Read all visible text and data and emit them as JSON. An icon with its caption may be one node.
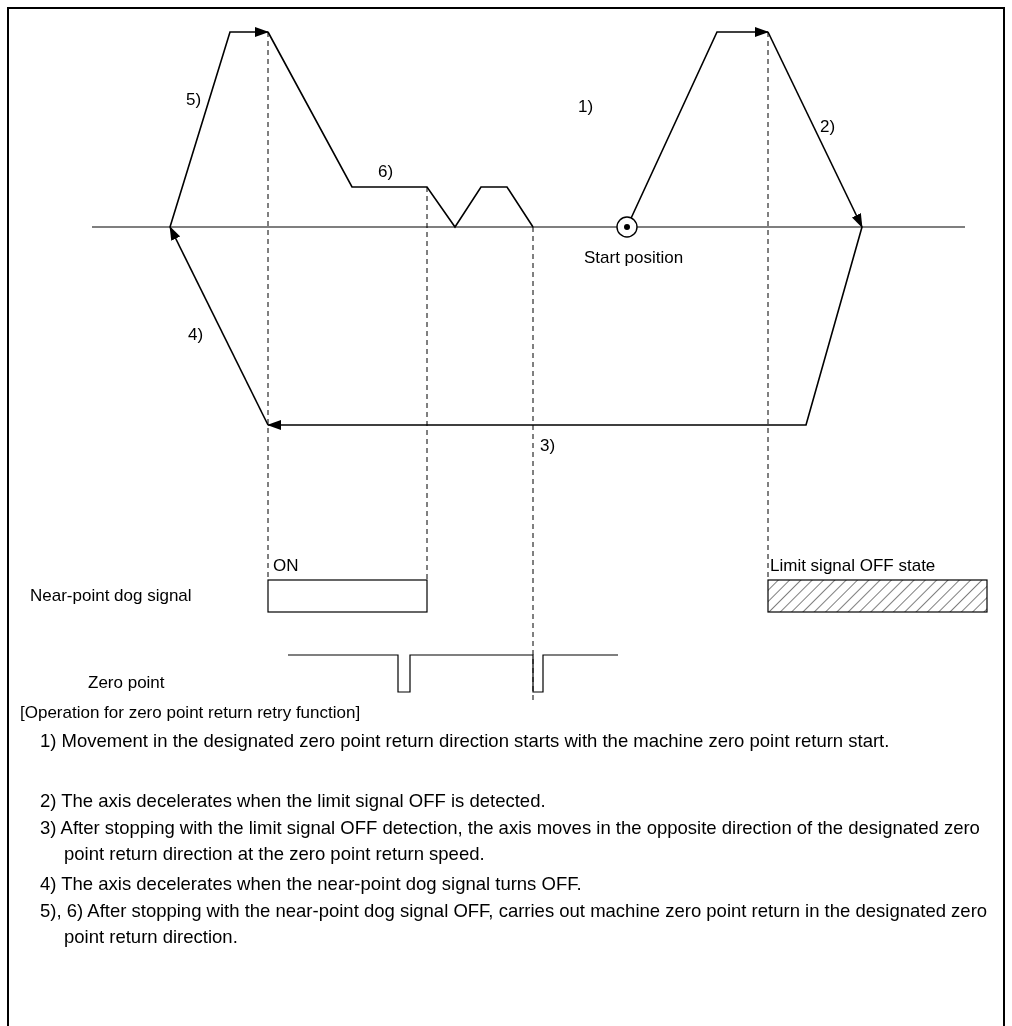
{
  "diagram": {
    "labels": [
      "5)",
      "1)",
      "2)",
      "6)",
      "Start position",
      "4)",
      "3)",
      "ON",
      "Limit signal OFF state",
      "Near-point dog signal",
      "Zero point",
      "[Operation for zero point return retry function]",
      "1) Movement in the designated zero point return direction starts with the machine zero point return start.",
      "2) The axis decelerates when the limit signal OFF is detected.",
      "3) After stopping with the limit signal OFF detection, the axis moves in the opposite direction of the designated zero point return direction at the zero point return speed.",
      "4) The axis decelerates when the near-point dog signal turns OFF.",
      "5), 6) After stopping with the near-point dog signal OFF, carries out machine zero point return in the designated zero point return direction."
    ]
  }
}
